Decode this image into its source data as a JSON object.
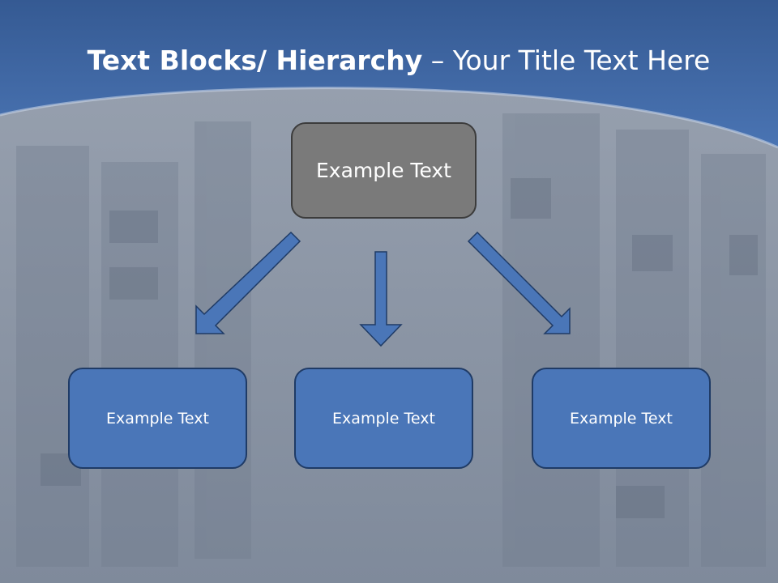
{
  "title": {
    "bold_part": "Text Blocks/ Hierarchy",
    "separator": " – ",
    "regular_part": "Your Title Text Here"
  },
  "diagram": {
    "root": {
      "label": "Example Text"
    },
    "children": [
      {
        "label": "Example Text"
      },
      {
        "label": "Example Text"
      },
      {
        "label": "Example Text"
      }
    ]
  },
  "colors": {
    "header_blue": "#4a74b3",
    "root_fill": "#7a7a7a",
    "child_fill": "#4a76b8",
    "arrow_fill": "#4a76b8",
    "arrow_stroke": "#1f3b66"
  }
}
